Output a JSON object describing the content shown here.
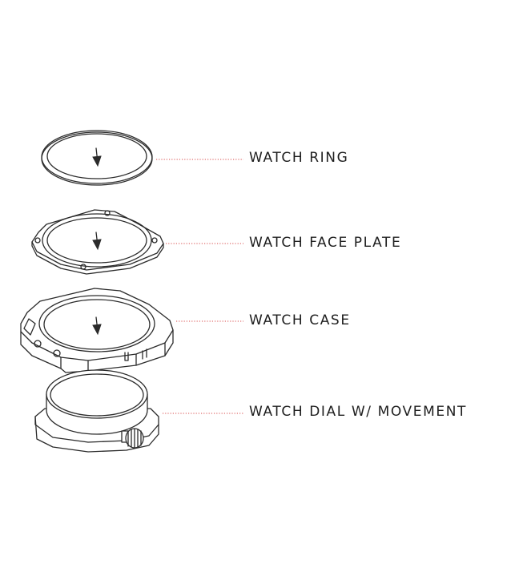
{
  "labels": {
    "ring": "WATCH RING",
    "face_plate": "WATCH FACE PLATE",
    "case": "WATCH CASE",
    "dial": "WATCH DIAL W/ MOVEMENT"
  },
  "colors": {
    "leader": "#d84a4a",
    "outline": "#2b2b2b",
    "text": "#1e1e1e"
  }
}
